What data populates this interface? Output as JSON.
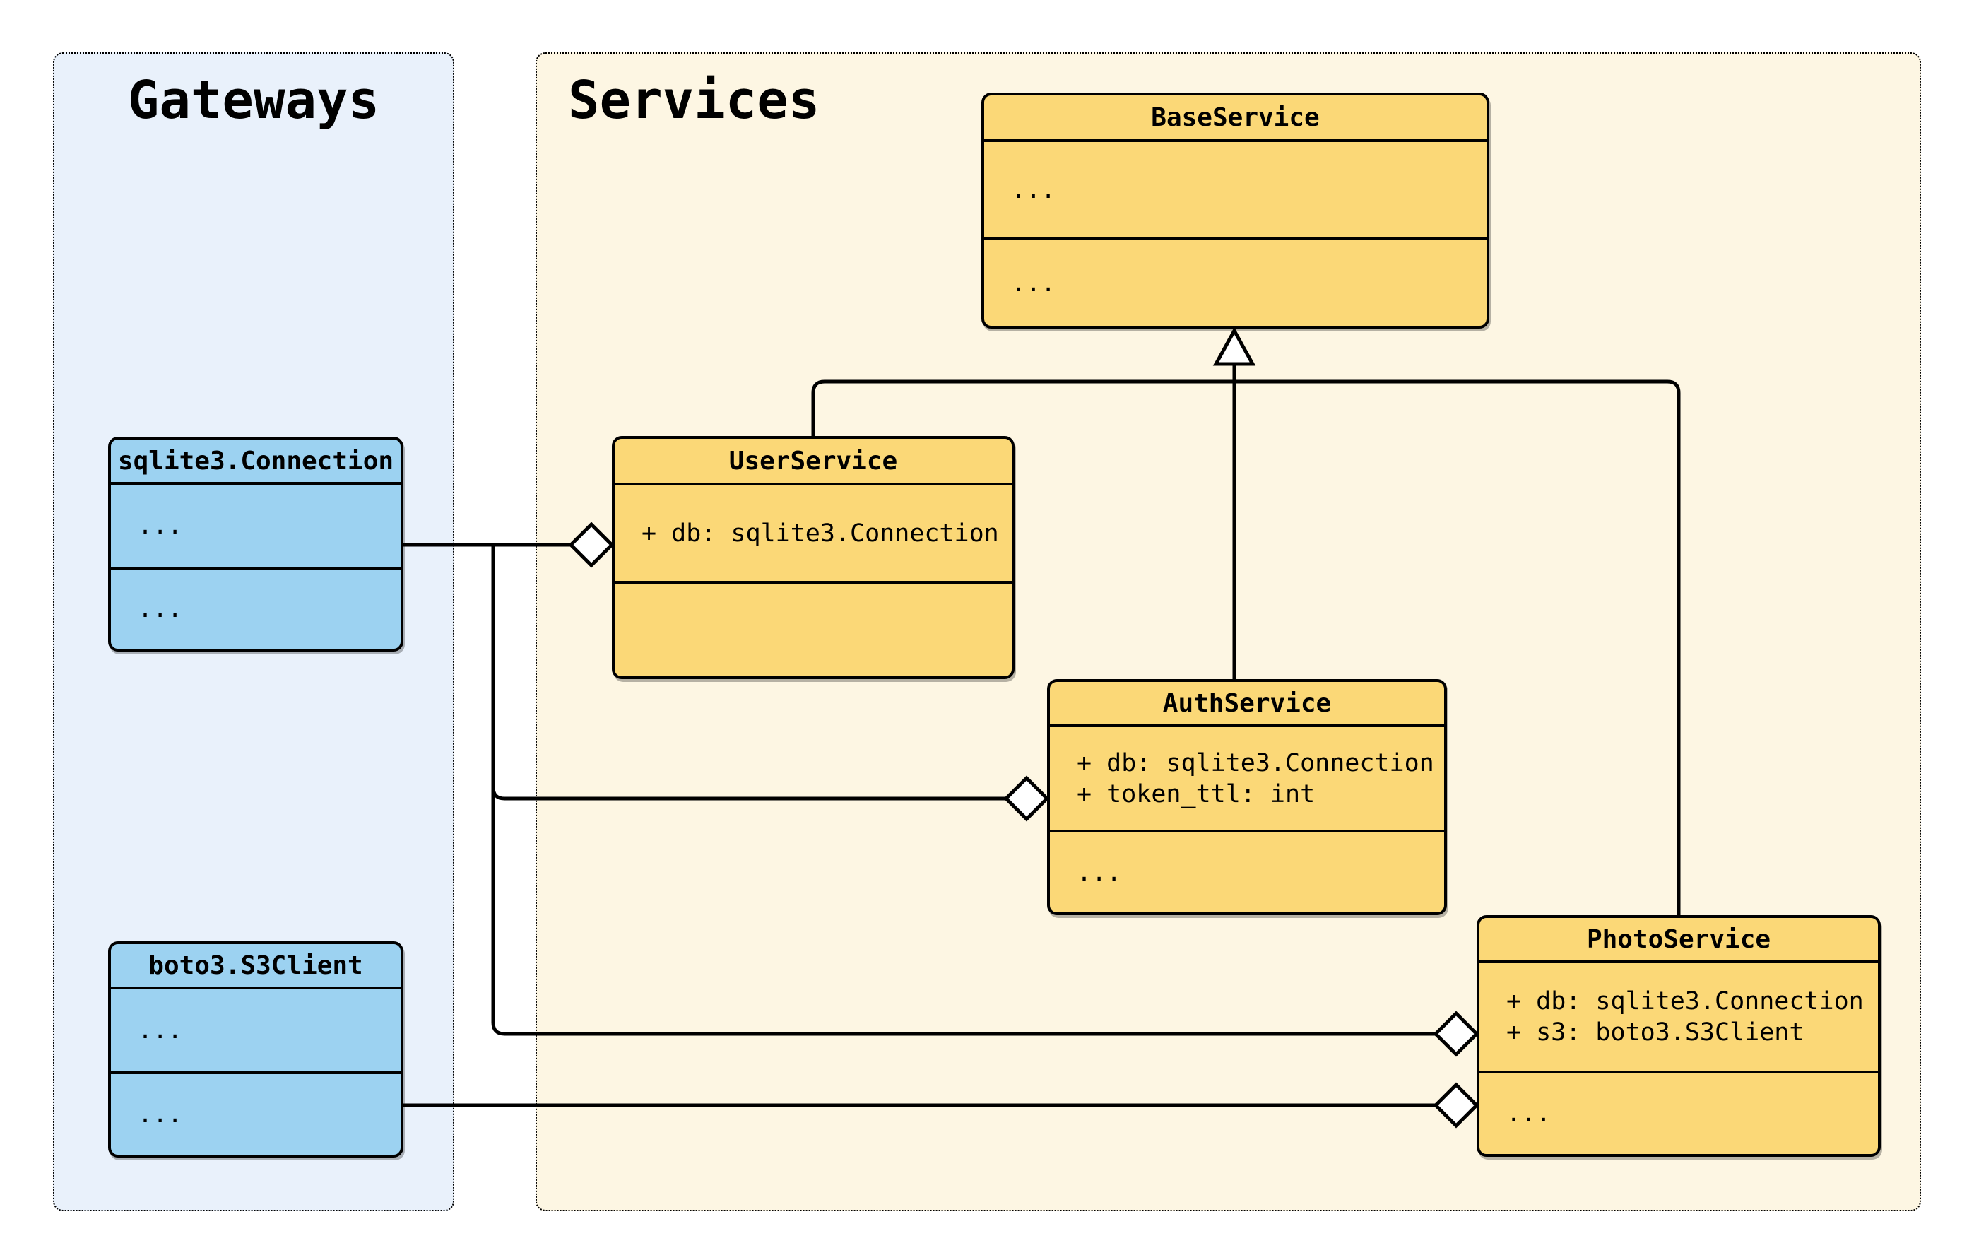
{
  "panels": {
    "gateways": {
      "title": "Gateways"
    },
    "services": {
      "title": "Services"
    }
  },
  "classes": {
    "base_service": {
      "name": "BaseService",
      "attributes": [
        "..."
      ],
      "methods": [
        "..."
      ]
    },
    "user_service": {
      "name": "UserService",
      "attributes": [
        "+ db: sqlite3.Connection"
      ],
      "methods": []
    },
    "auth_service": {
      "name": "AuthService",
      "attributes": [
        "+ db: sqlite3.Connection",
        "+ token_ttl: int"
      ],
      "methods": [
        "..."
      ]
    },
    "photo_service": {
      "name": "PhotoService",
      "attributes": [
        "+ db: sqlite3.Connection",
        "+ s3: boto3.S3Client"
      ],
      "methods": [
        "..."
      ]
    },
    "sqlite_connection": {
      "name": "sqlite3.Connection",
      "attributes": [
        "..."
      ],
      "methods": [
        "..."
      ]
    },
    "boto3_s3client": {
      "name": "boto3.S3Client",
      "attributes": [
        "..."
      ],
      "methods": [
        "..."
      ]
    }
  },
  "relationships": [
    {
      "type": "inheritance",
      "from": "UserService",
      "to": "BaseService"
    },
    {
      "type": "inheritance",
      "from": "AuthService",
      "to": "BaseService"
    },
    {
      "type": "inheritance",
      "from": "PhotoService",
      "to": "BaseService"
    },
    {
      "type": "aggregation",
      "from": "UserService",
      "to": "sqlite3.Connection"
    },
    {
      "type": "aggregation",
      "from": "AuthService",
      "to": "sqlite3.Connection"
    },
    {
      "type": "aggregation",
      "from": "PhotoService",
      "to": "sqlite3.Connection"
    },
    {
      "type": "aggregation",
      "from": "PhotoService",
      "to": "boto3.S3Client"
    }
  ],
  "colors": {
    "service_box_fill": "#fbd877",
    "gateway_box_fill": "#9cd2f1",
    "services_panel_bg": "#fdf6e3",
    "gateways_panel_bg": "#e9f1fb",
    "stroke": "#000000",
    "page_bg": "#ffffff"
  }
}
